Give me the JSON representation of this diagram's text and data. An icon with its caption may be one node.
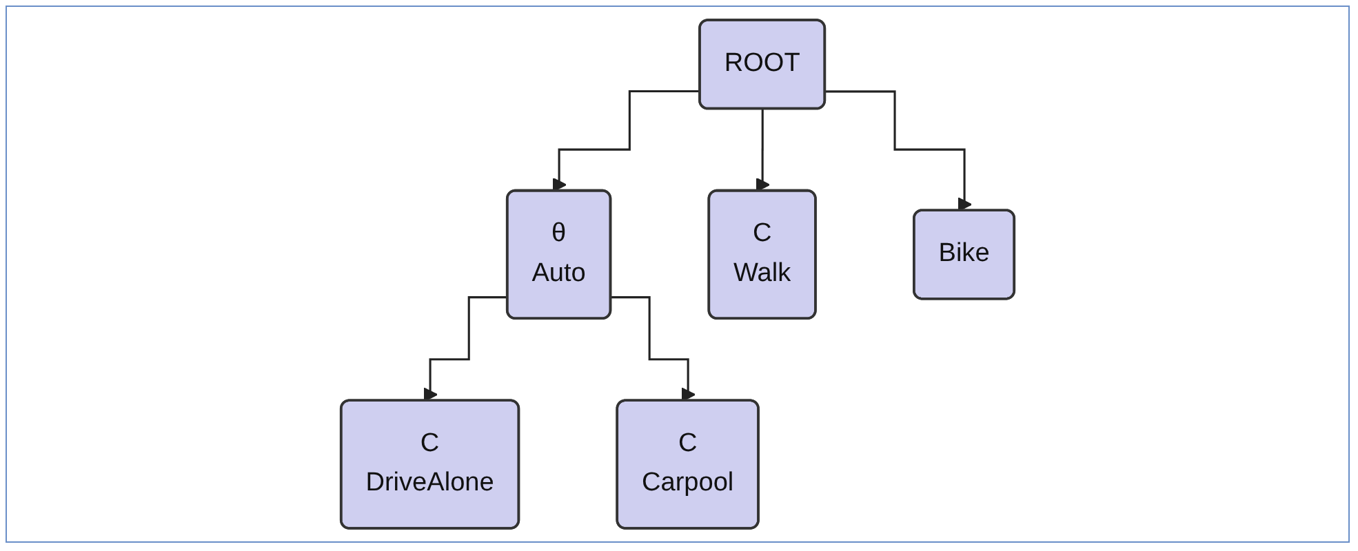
{
  "diagram": {
    "nodes": [
      {
        "text": [
          "ROOT"
        ]
      },
      {
        "text": [
          "θ",
          "Auto"
        ]
      },
      {
        "text": [
          "C",
          "Walk"
        ]
      },
      {
        "text": [
          "Bike"
        ]
      },
      {
        "text": [
          "C",
          "DriveAlone"
        ]
      },
      {
        "text": [
          "C",
          "Carpool"
        ]
      }
    ],
    "edges": [
      {
        "from": 0,
        "to": 1,
        "arrow": "to"
      },
      {
        "from": 0,
        "to": 2,
        "arrow": "to"
      },
      {
        "from": 0,
        "to": 3,
        "arrow": "to"
      },
      {
        "from": 1,
        "to": 4,
        "arrow": "to"
      },
      {
        "from": 1,
        "to": 5,
        "arrow": "to"
      }
    ]
  }
}
